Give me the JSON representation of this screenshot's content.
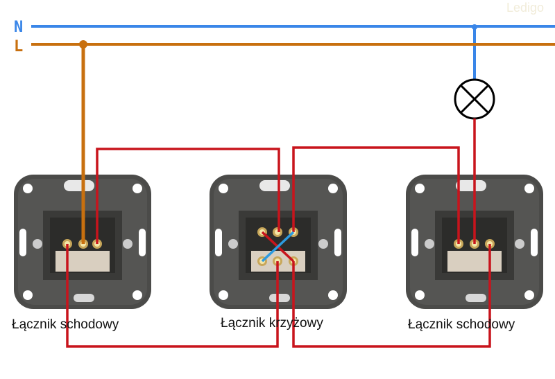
{
  "watermark": "Ledigo",
  "lines": {
    "neutral": "N",
    "live": "L"
  },
  "colors": {
    "neutral": "#3a86e8",
    "live": "#c8700f",
    "switched": "#c8141c",
    "cross_blue": "#2d9be0",
    "plate": "#4a4a48"
  },
  "switches": [
    {
      "label": "Łącznik schodowy"
    },
    {
      "label": "Łącznik krzyżowy"
    },
    {
      "label": "Łącznik schodowy"
    }
  ]
}
